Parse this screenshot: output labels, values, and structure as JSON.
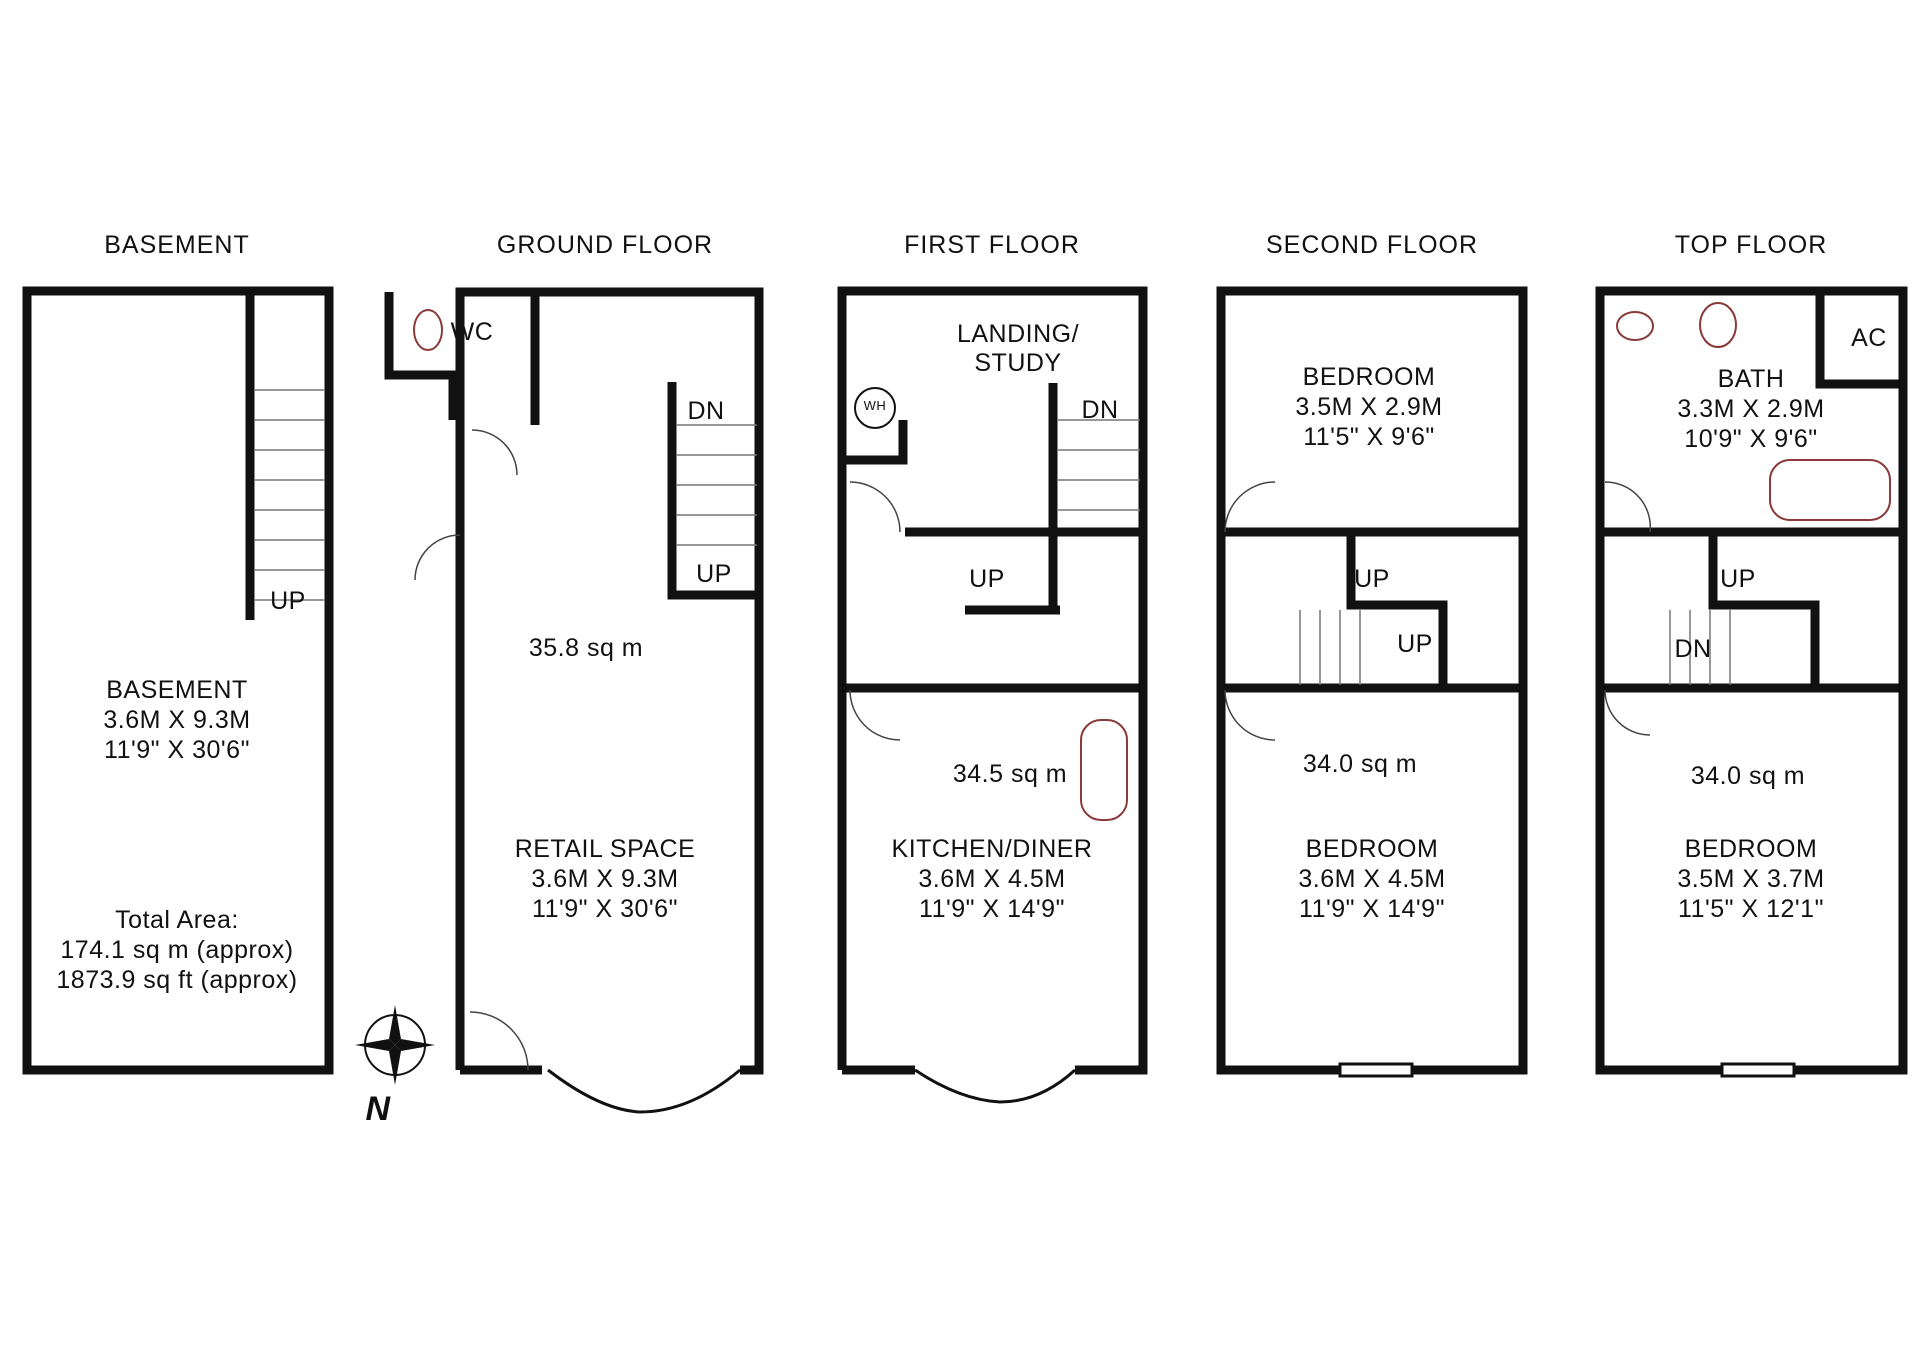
{
  "floors": {
    "basement": {
      "title": "BASEMENT",
      "room_name": "BASEMENT",
      "room_metric": "3.6M X 9.3M",
      "room_imperial": "11'9\" X 30'6\"",
      "stair": "UP",
      "total_label": "Total Area:",
      "total_sqm": "174.1 sq m (approx)",
      "total_sqft": "1873.9 sq ft (approx)"
    },
    "ground": {
      "title": "GROUND FLOOR",
      "wc": "WC",
      "stair_dn": "DN",
      "stair_up": "UP",
      "area": "35.8 sq m",
      "room_name": "RETAIL SPACE",
      "room_metric": "3.6M X 9.3M",
      "room_imperial": "11'9\" X 30'6\""
    },
    "first": {
      "title": "FIRST FLOOR",
      "landing_line1": "LANDING/",
      "landing_line2": "STUDY",
      "wh": "WH",
      "stair_dn": "DN",
      "stair_up": "UP",
      "area": "34.5 sq m",
      "room_name": "KITCHEN/DINER",
      "room_metric": "3.6M X 4.5M",
      "room_imperial": "11'9\" X 14'9\""
    },
    "second": {
      "title": "SECOND FLOOR",
      "room1_name": "BEDROOM",
      "room1_metric": "3.5M X 2.9M",
      "room1_imperial": "11'5\" X 9'6\"",
      "stair_up1": "UP",
      "stair_up2": "UP",
      "area": "34.0 sq m",
      "room2_name": "BEDROOM",
      "room2_metric": "3.6M X 4.5M",
      "room2_imperial": "11'9\" X 14'9\""
    },
    "top": {
      "title": "TOP FLOOR",
      "ac": "AC",
      "bath_name": "BATH",
      "bath_metric": "3.3M X 2.9M",
      "bath_imperial": "10'9\" X 9'6\"",
      "stair_up": "UP",
      "stair_dn": "DN",
      "area": "34.0 sq m",
      "room_name": "BEDROOM",
      "room_metric": "3.5M X 3.7M",
      "room_imperial": "11'5\" X 12'1\""
    }
  },
  "compass": {
    "north": "N"
  },
  "colors": {
    "wall": "#111111",
    "annotation": "#2a5db0",
    "fixture": "#8a3a3a"
  }
}
